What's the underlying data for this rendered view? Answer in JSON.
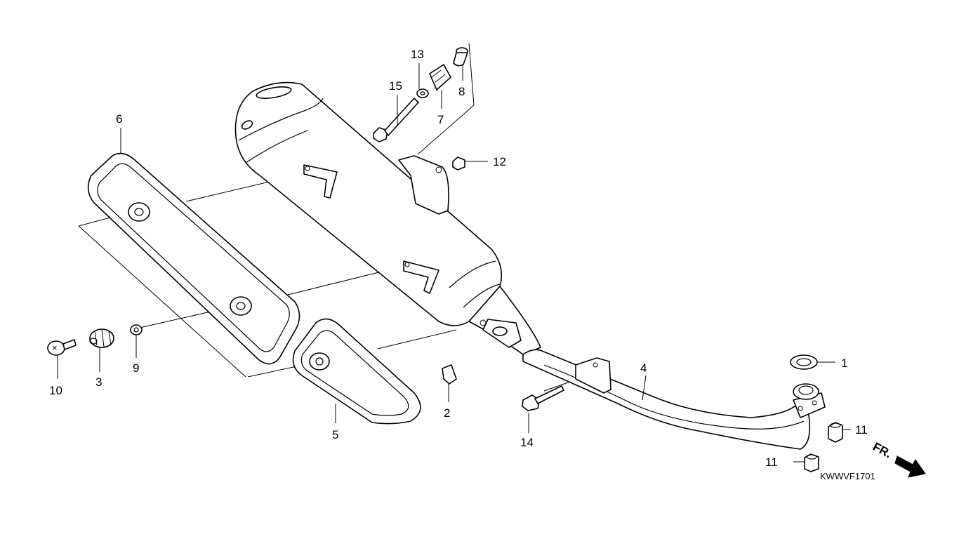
{
  "diagram": {
    "code": "KWWVF1701",
    "direction_label": "FR.",
    "parts": [
      {
        "ref": "1"
      },
      {
        "ref": "2"
      },
      {
        "ref": "3"
      },
      {
        "ref": "4"
      },
      {
        "ref": "5"
      },
      {
        "ref": "6"
      },
      {
        "ref": "7"
      },
      {
        "ref": "8"
      },
      {
        "ref": "9"
      },
      {
        "ref": "10"
      },
      {
        "ref": "11"
      },
      {
        "ref": "12"
      },
      {
        "ref": "13"
      },
      {
        "ref": "14"
      },
      {
        "ref": "15"
      }
    ],
    "colors": {
      "line": "#000000",
      "background": "#ffffff"
    },
    "icons": [
      "front-direction-arrow-icon"
    ]
  }
}
